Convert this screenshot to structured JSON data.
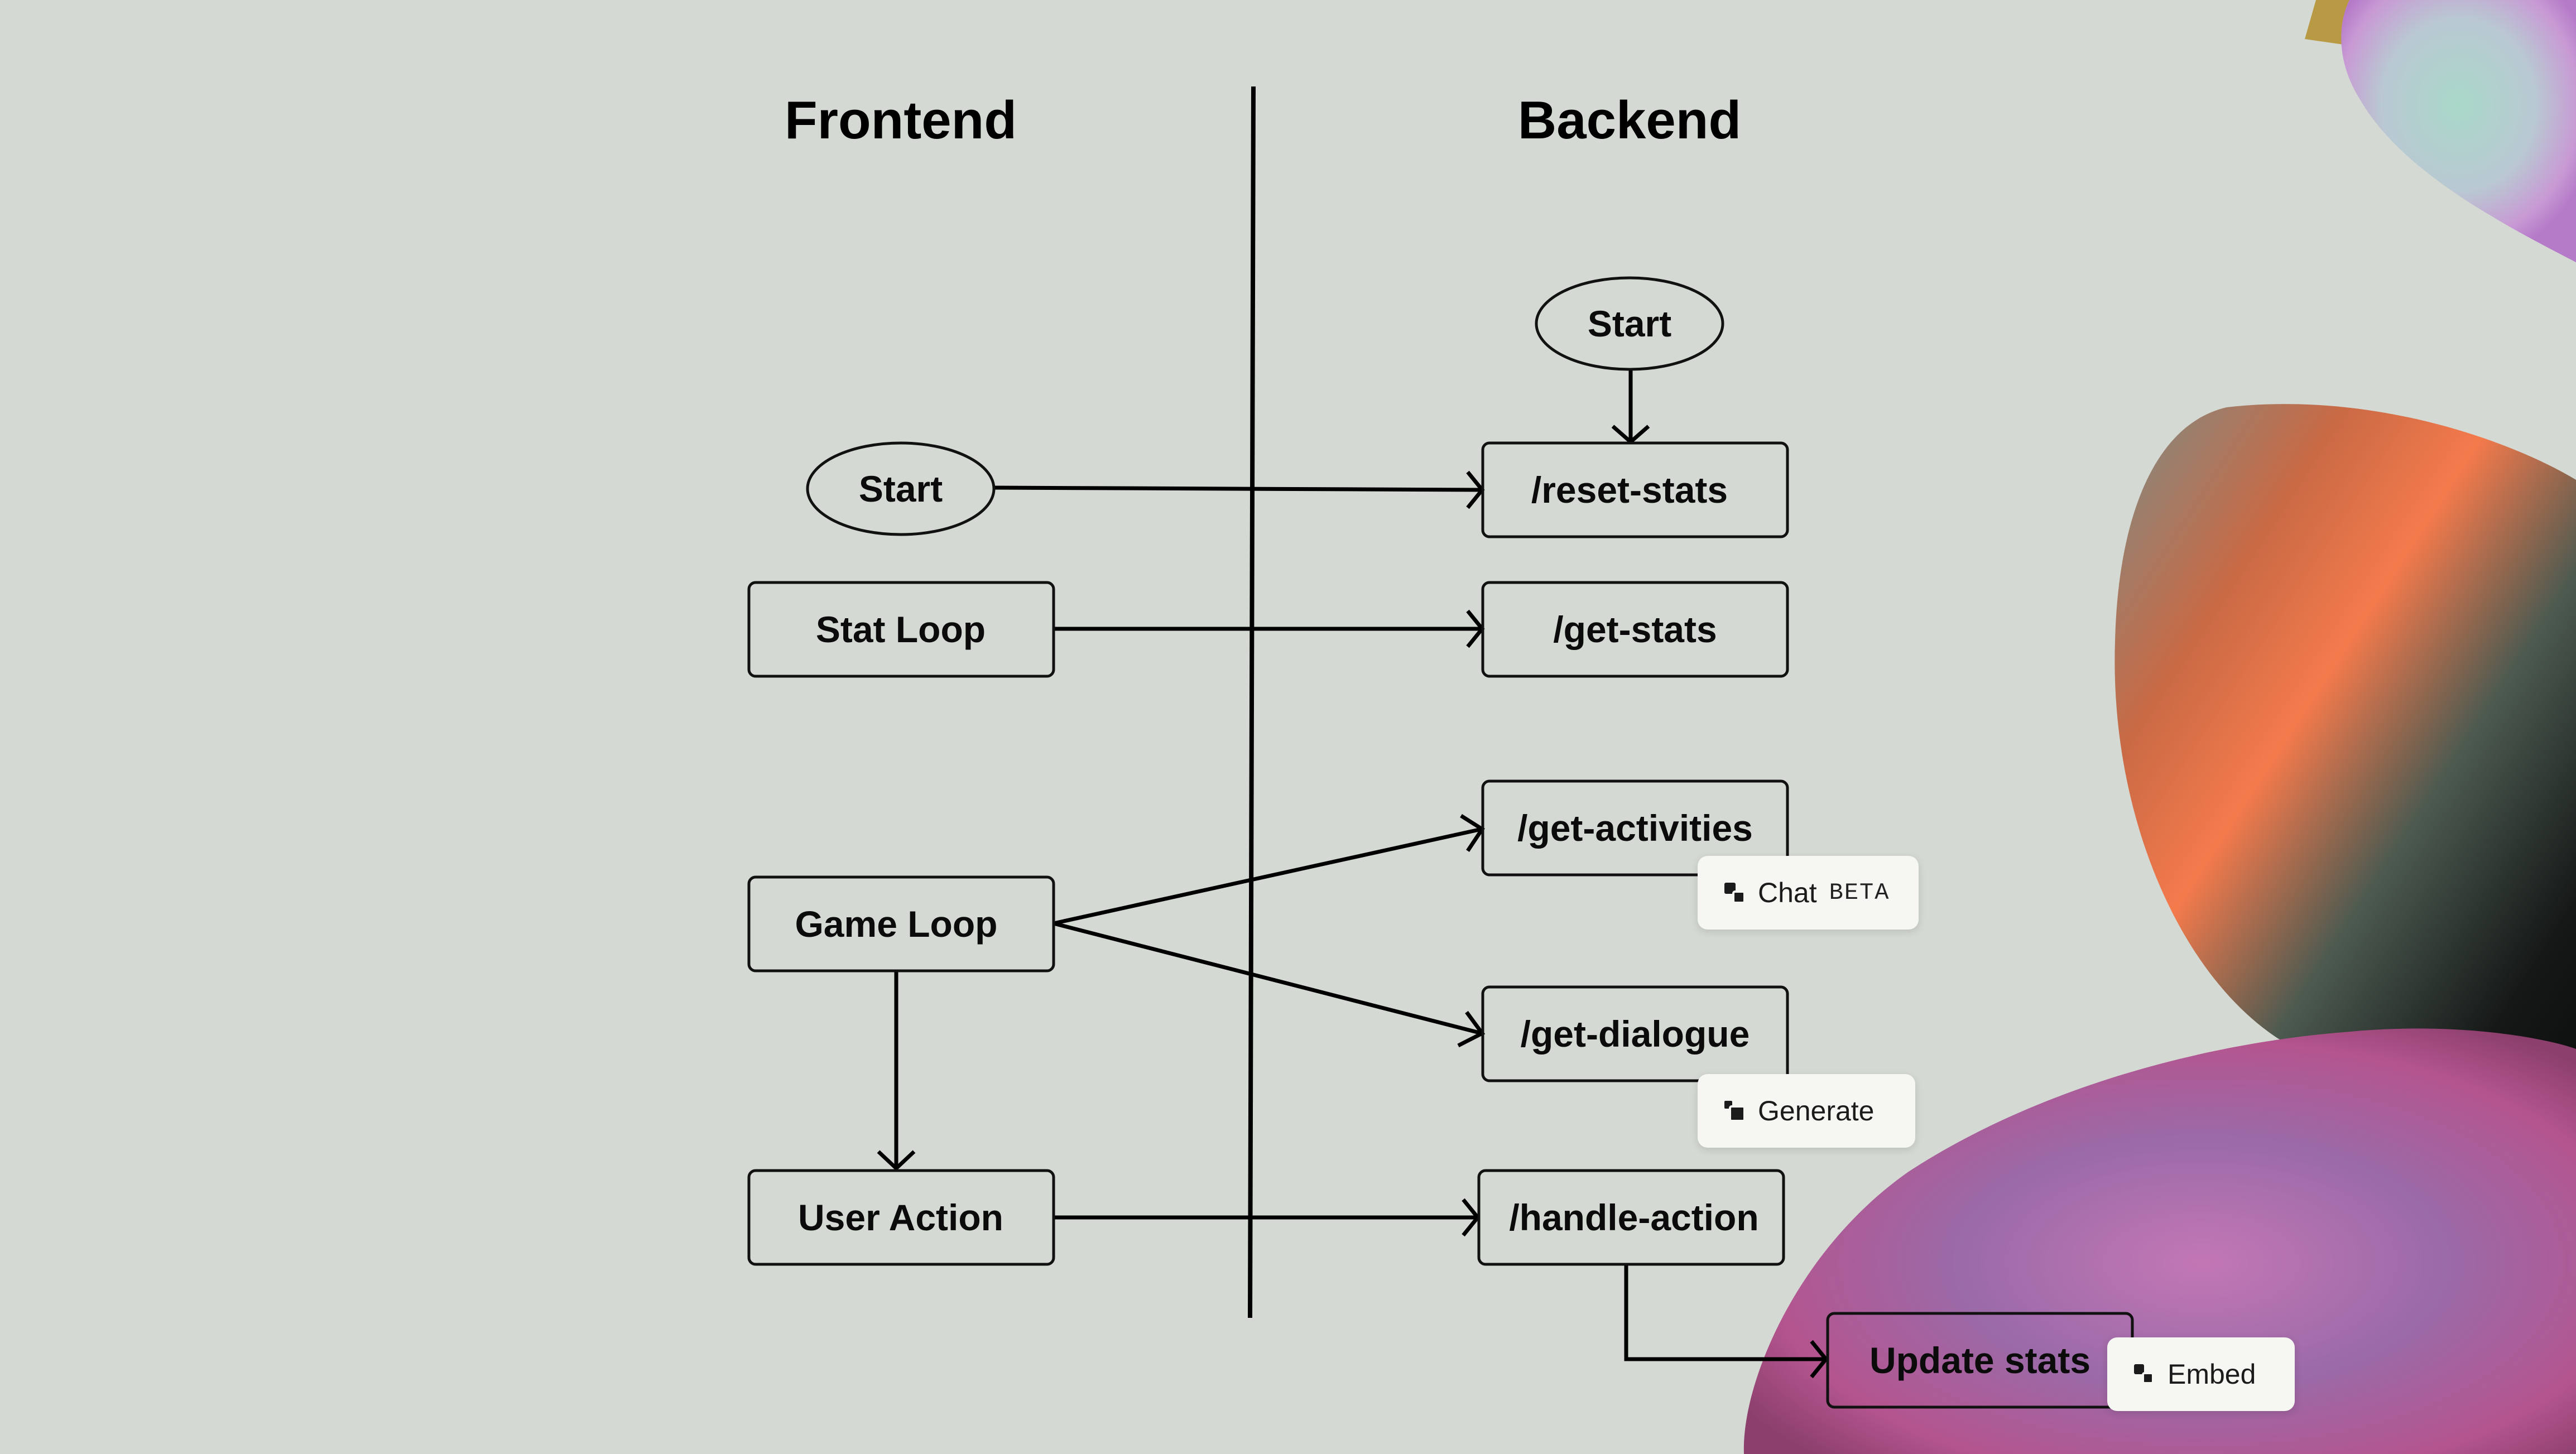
{
  "headings": {
    "frontend": "Frontend",
    "backend": "Backend"
  },
  "nodes": {
    "frontend_start": "Start",
    "stat_loop": "Stat Loop",
    "game_loop": "Game Loop",
    "user_action": "User Action",
    "backend_start": "Start",
    "reset_stats": "/reset-stats",
    "get_stats": "/get-stats",
    "get_activities": "/get-activities",
    "get_dialogue": "/get-dialogue",
    "handle_action": "/handle-action",
    "update_stats": "Update stats"
  },
  "toolbar_chips": {
    "chat_label": "Chat",
    "chat_badge": "BETA",
    "generate_label": "Generate",
    "embed_label": "Embed"
  },
  "colors": {
    "background": "#d4d9d3",
    "ink": "#000000",
    "chip_background": "#f6f6f3"
  },
  "icons": {
    "chat": "chat-icon",
    "generate": "generate-icon",
    "embed": "embed-icon"
  }
}
